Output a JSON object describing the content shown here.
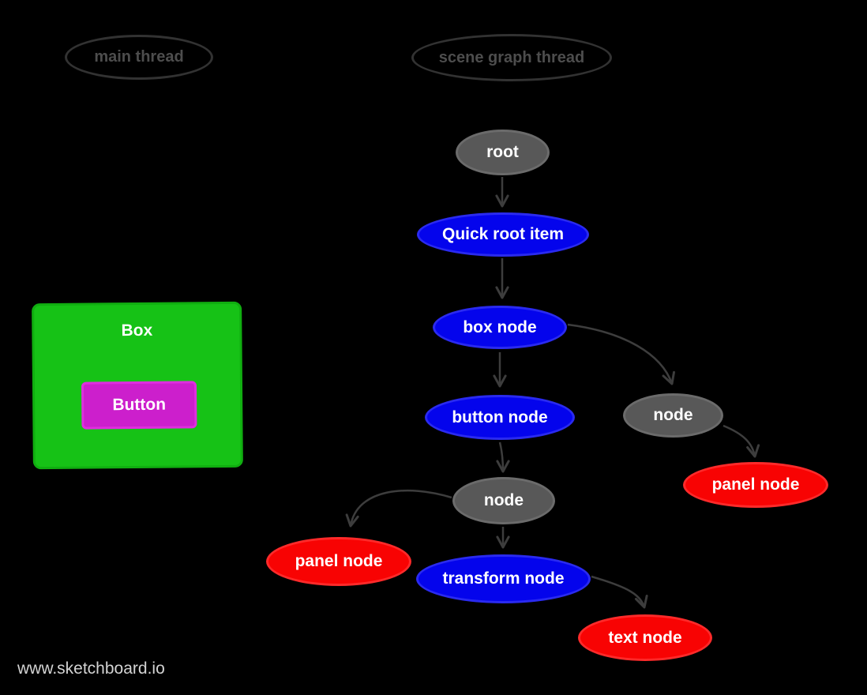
{
  "watermark": {
    "label": "www.sketchboard.io"
  },
  "threads": [
    {
      "id": "main-thread",
      "label": "main thread"
    },
    {
      "id": "scene-graph-thread",
      "label": "scene graph thread"
    }
  ],
  "preview": {
    "box_label": "Box",
    "button_label": "Button"
  },
  "graph": {
    "nodes": [
      {
        "id": "root",
        "label": "root",
        "color": "gray"
      },
      {
        "id": "quick-root-item",
        "label": "Quick root item",
        "color": "blue"
      },
      {
        "id": "box-node",
        "label": "box node",
        "color": "blue"
      },
      {
        "id": "button-node",
        "label": "button node",
        "color": "blue"
      },
      {
        "id": "node-right",
        "label": "node",
        "color": "gray"
      },
      {
        "id": "panel-node-right",
        "label": "panel node",
        "color": "red"
      },
      {
        "id": "node-left",
        "label": "node",
        "color": "gray"
      },
      {
        "id": "panel-node-left",
        "label": "panel node",
        "color": "red"
      },
      {
        "id": "transform-node",
        "label": "transform node",
        "color": "blue"
      },
      {
        "id": "text-node",
        "label": "text node",
        "color": "red"
      }
    ],
    "edges": [
      {
        "from": "root",
        "to": "quick-root-item"
      },
      {
        "from": "quick-root-item",
        "to": "box-node"
      },
      {
        "from": "box-node",
        "to": "button-node"
      },
      {
        "from": "box-node",
        "to": "node-right"
      },
      {
        "from": "node-right",
        "to": "panel-node-right"
      },
      {
        "from": "button-node",
        "to": "node-left"
      },
      {
        "from": "node-left",
        "to": "panel-node-left"
      },
      {
        "from": "node-left",
        "to": "transform-node"
      },
      {
        "from": "transform-node",
        "to": "text-node"
      }
    ]
  },
  "colors": {
    "background": "#000000",
    "node_blue": "#0404ec",
    "node_gray": "#585858",
    "node_red": "#f80303",
    "box_green": "#16c216",
    "button_magenta": "#cc1fcc",
    "arrow": "#3d3d3d",
    "node_text": "#ffffff",
    "thread_text": "#4d4d4d",
    "watermark_text": "#d3d3d3"
  }
}
